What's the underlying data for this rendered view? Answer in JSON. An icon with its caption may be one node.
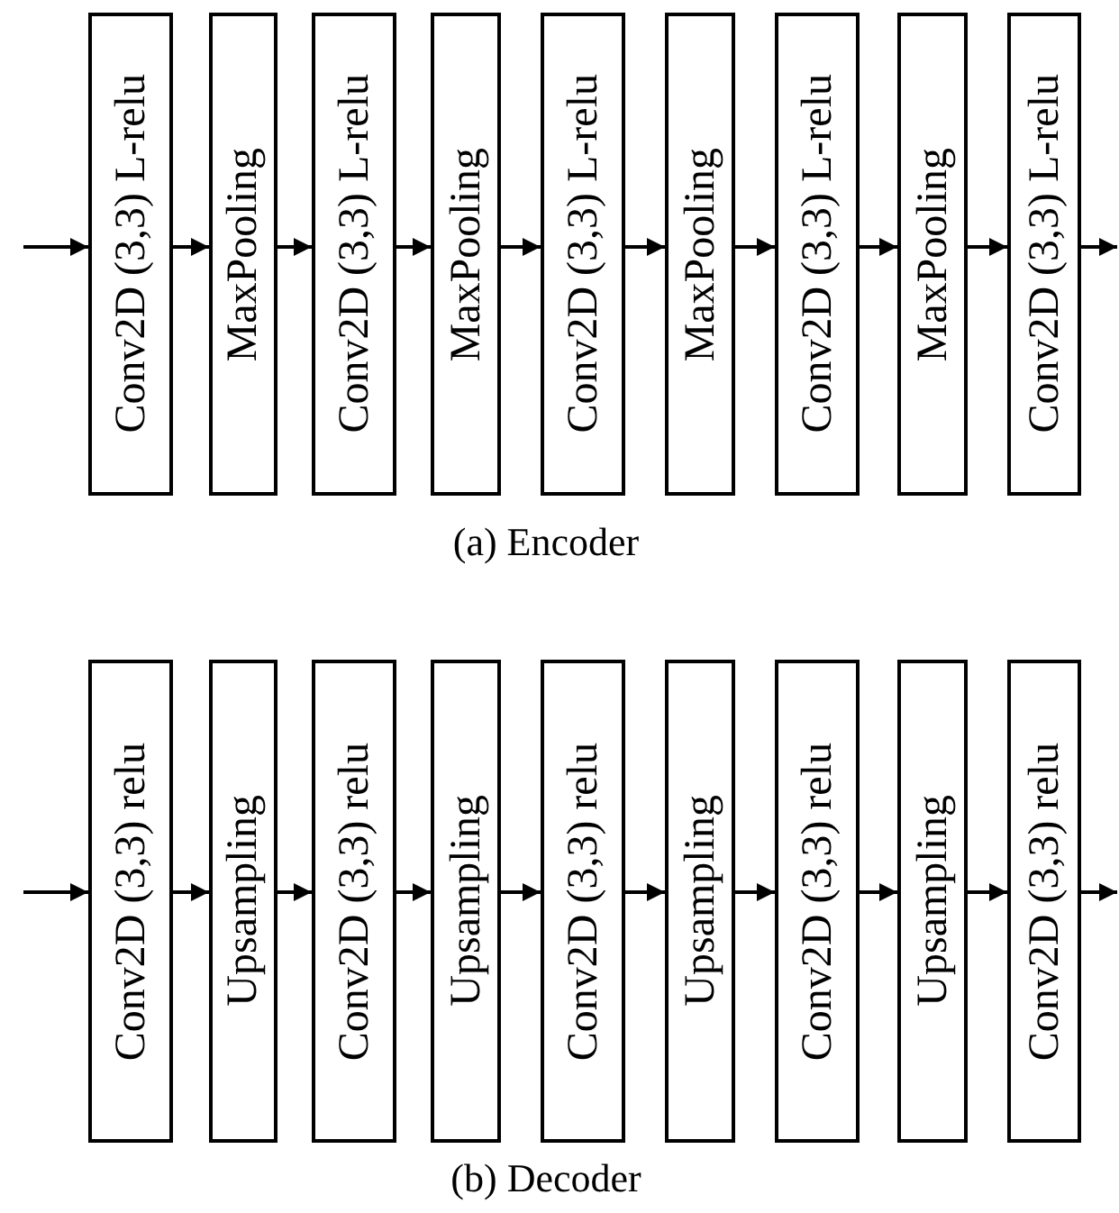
{
  "diagram": {
    "nodes": [
      {
        "text": [
          "Conv2D (3,3) L-relu"
        ]
      },
      {
        "text": [
          "MaxPooling"
        ]
      },
      {
        "text": [
          "Conv2D (3,3) L-relu"
        ]
      },
      {
        "text": [
          "MaxPooling"
        ]
      },
      {
        "text": [
          "Conv2D (3,3) L-relu"
        ]
      },
      {
        "text": [
          "MaxPooling"
        ]
      },
      {
        "text": [
          "Conv2D (3,3) L-relu"
        ]
      },
      {
        "text": [
          "MaxPooling"
        ]
      },
      {
        "text": [
          "Conv2D (3,3) L-relu"
        ]
      },
      {
        "text": [
          "Conv2D (3,3) relu"
        ]
      },
      {
        "text": [
          "Upsampling"
        ]
      },
      {
        "text": [
          "Conv2D (3,3) relu"
        ]
      },
      {
        "text": [
          "Upsampling"
        ]
      },
      {
        "text": [
          "Conv2D (3,3) relu"
        ]
      },
      {
        "text": [
          "Upsampling"
        ]
      },
      {
        "text": [
          "Conv2D (3,3) relu"
        ]
      },
      {
        "text": [
          "Upsampling"
        ]
      },
      {
        "text": [
          "Conv2D (3,3) relu"
        ]
      }
    ],
    "edges": [
      {
        "from": null,
        "to": 0,
        "arrow": "to"
      },
      {
        "from": 0,
        "to": 1,
        "arrow": "to"
      },
      {
        "from": 1,
        "to": 2,
        "arrow": "to"
      },
      {
        "from": 2,
        "to": 3,
        "arrow": "to"
      },
      {
        "from": 3,
        "to": 4,
        "arrow": "to"
      },
      {
        "from": 4,
        "to": 5,
        "arrow": "to"
      },
      {
        "from": 5,
        "to": 6,
        "arrow": "to"
      },
      {
        "from": 6,
        "to": 7,
        "arrow": "to"
      },
      {
        "from": 7,
        "to": 8,
        "arrow": "to"
      },
      {
        "from": 8,
        "to": null,
        "arrow": "to"
      },
      {
        "from": null,
        "to": 9,
        "arrow": "to"
      },
      {
        "from": 9,
        "to": 10,
        "arrow": "to"
      },
      {
        "from": 10,
        "to": 11,
        "arrow": "to"
      },
      {
        "from": 11,
        "to": 12,
        "arrow": "to"
      },
      {
        "from": 12,
        "to": 13,
        "arrow": "to"
      },
      {
        "from": 13,
        "to": 14,
        "arrow": "to"
      },
      {
        "from": 14,
        "to": 15,
        "arrow": "to"
      },
      {
        "from": 15,
        "to": 16,
        "arrow": "to"
      },
      {
        "from": 16,
        "to": 17,
        "arrow": "to"
      },
      {
        "from": 17,
        "to": null,
        "arrow": "to"
      }
    ],
    "labels": [
      "(a) Encoder",
      "(b) Decoder"
    ]
  }
}
